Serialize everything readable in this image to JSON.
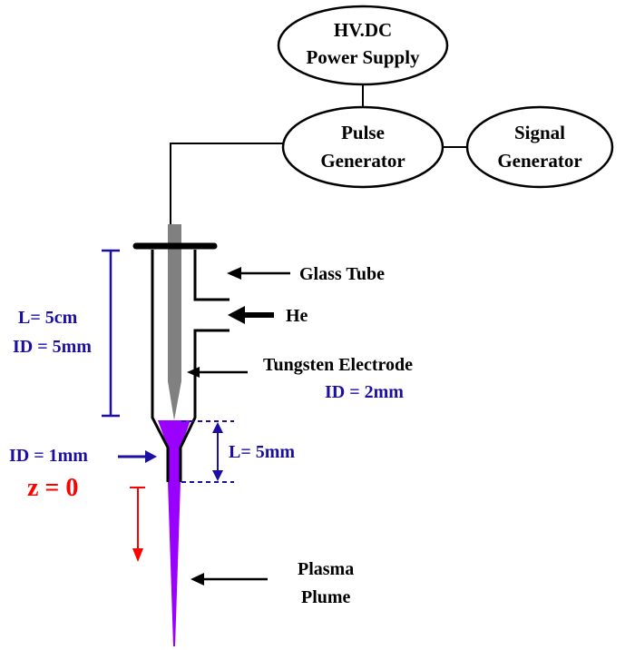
{
  "labels": {
    "hv_line1": "HV.DC",
    "hv_line2": "Power Supply",
    "pulse_line1": "Pulse",
    "pulse_line2": "Generator",
    "signal_line1": "Signal",
    "signal_line2": "Generator",
    "glass_tube": "Glass Tube",
    "he": "He",
    "tungsten": "Tungsten Electrode",
    "tungsten_id": "ID = 2mm",
    "tube_length": "L= 5cm",
    "tube_id": "ID = 5mm",
    "nozzle_id": "ID = 1mm",
    "nozzle_length": "L= 5mm",
    "z0": "z = 0",
    "plume_line1": "Plasma",
    "plume_line2": "Plume"
  },
  "colors": {
    "dimension": "#1a0fa0",
    "z_axis": "#ff0000",
    "plasma": "#9900ff",
    "electrode": "#808080"
  }
}
